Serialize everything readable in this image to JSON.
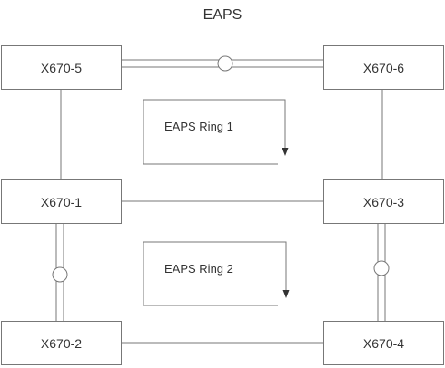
{
  "title": "EAPS",
  "nodes": {
    "x670_5": "X670-5",
    "x670_6": "X670-6",
    "x670_1": "X670-1",
    "x670_3": "X670-3",
    "x670_2": "X670-2",
    "x670_4": "X670-4"
  },
  "rings": {
    "ring1": "EAPS Ring 1",
    "ring2": "EAPS Ring 2"
  },
  "colors": {
    "stroke": "#777777",
    "text": "#333333"
  }
}
